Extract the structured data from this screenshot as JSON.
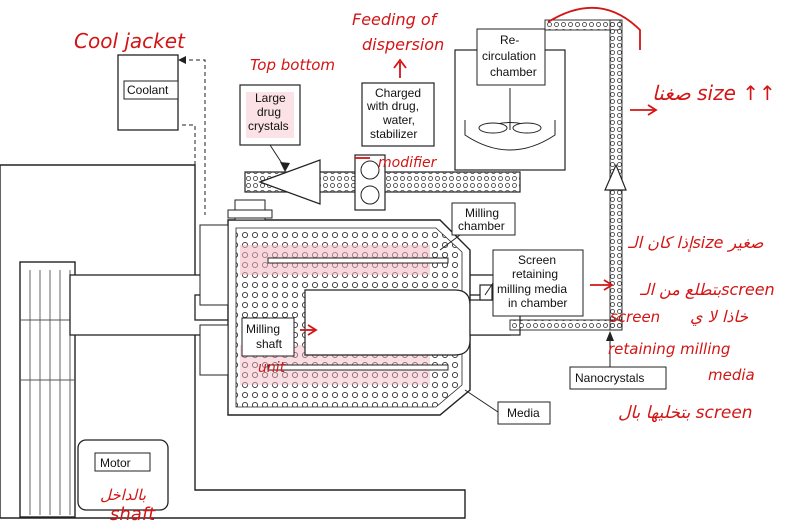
{
  "labels": {
    "coolant": "Coolant",
    "large_drug_1": "Large",
    "large_drug_2": "drug",
    "large_drug_3": "crystals",
    "charged_1": "Charged",
    "charged_2": "with drug,",
    "charged_3": "water,",
    "charged_4": "stabilizer",
    "recirc_1": "Re-",
    "recirc_2": "circulation",
    "recirc_3": "chamber",
    "milling_chamber_1": "Milling",
    "milling_chamber_2": "chamber",
    "screen_1": "Screen",
    "screen_2": "retaining",
    "screen_3": "milling media",
    "screen_4": "in chamber",
    "milling_shaft_1": "Milling",
    "milling_shaft_2": "shaft",
    "nanocrystals": "Nanocrystals",
    "media": "Media",
    "motor": "Motor"
  },
  "annotations": {
    "cool_jacket": "Cool jacket",
    "top_bottom": "Top bottom",
    "feeding_1": "Feeding of",
    "feeding_2": "dispersion",
    "size_up": "صغنا size ↑↑",
    "modifier": "modifier",
    "size_reduce": "إذا كان الـsize صغير",
    "screen_line": "بتطلع من الـscreen",
    "screen_word": "screen",
    "khadha": "خاذا لا ي",
    "retaining": "retaining milling",
    "media": "media",
    "screen_bottom": "بتخليها بال screen",
    "unit": "unit",
    "shaft_ar": "بالداخل",
    "shaft": "shaft"
  },
  "colors": {
    "annotation_red": "#d31515",
    "highlight_pink": "#f5b6c0",
    "line": "#222222"
  }
}
